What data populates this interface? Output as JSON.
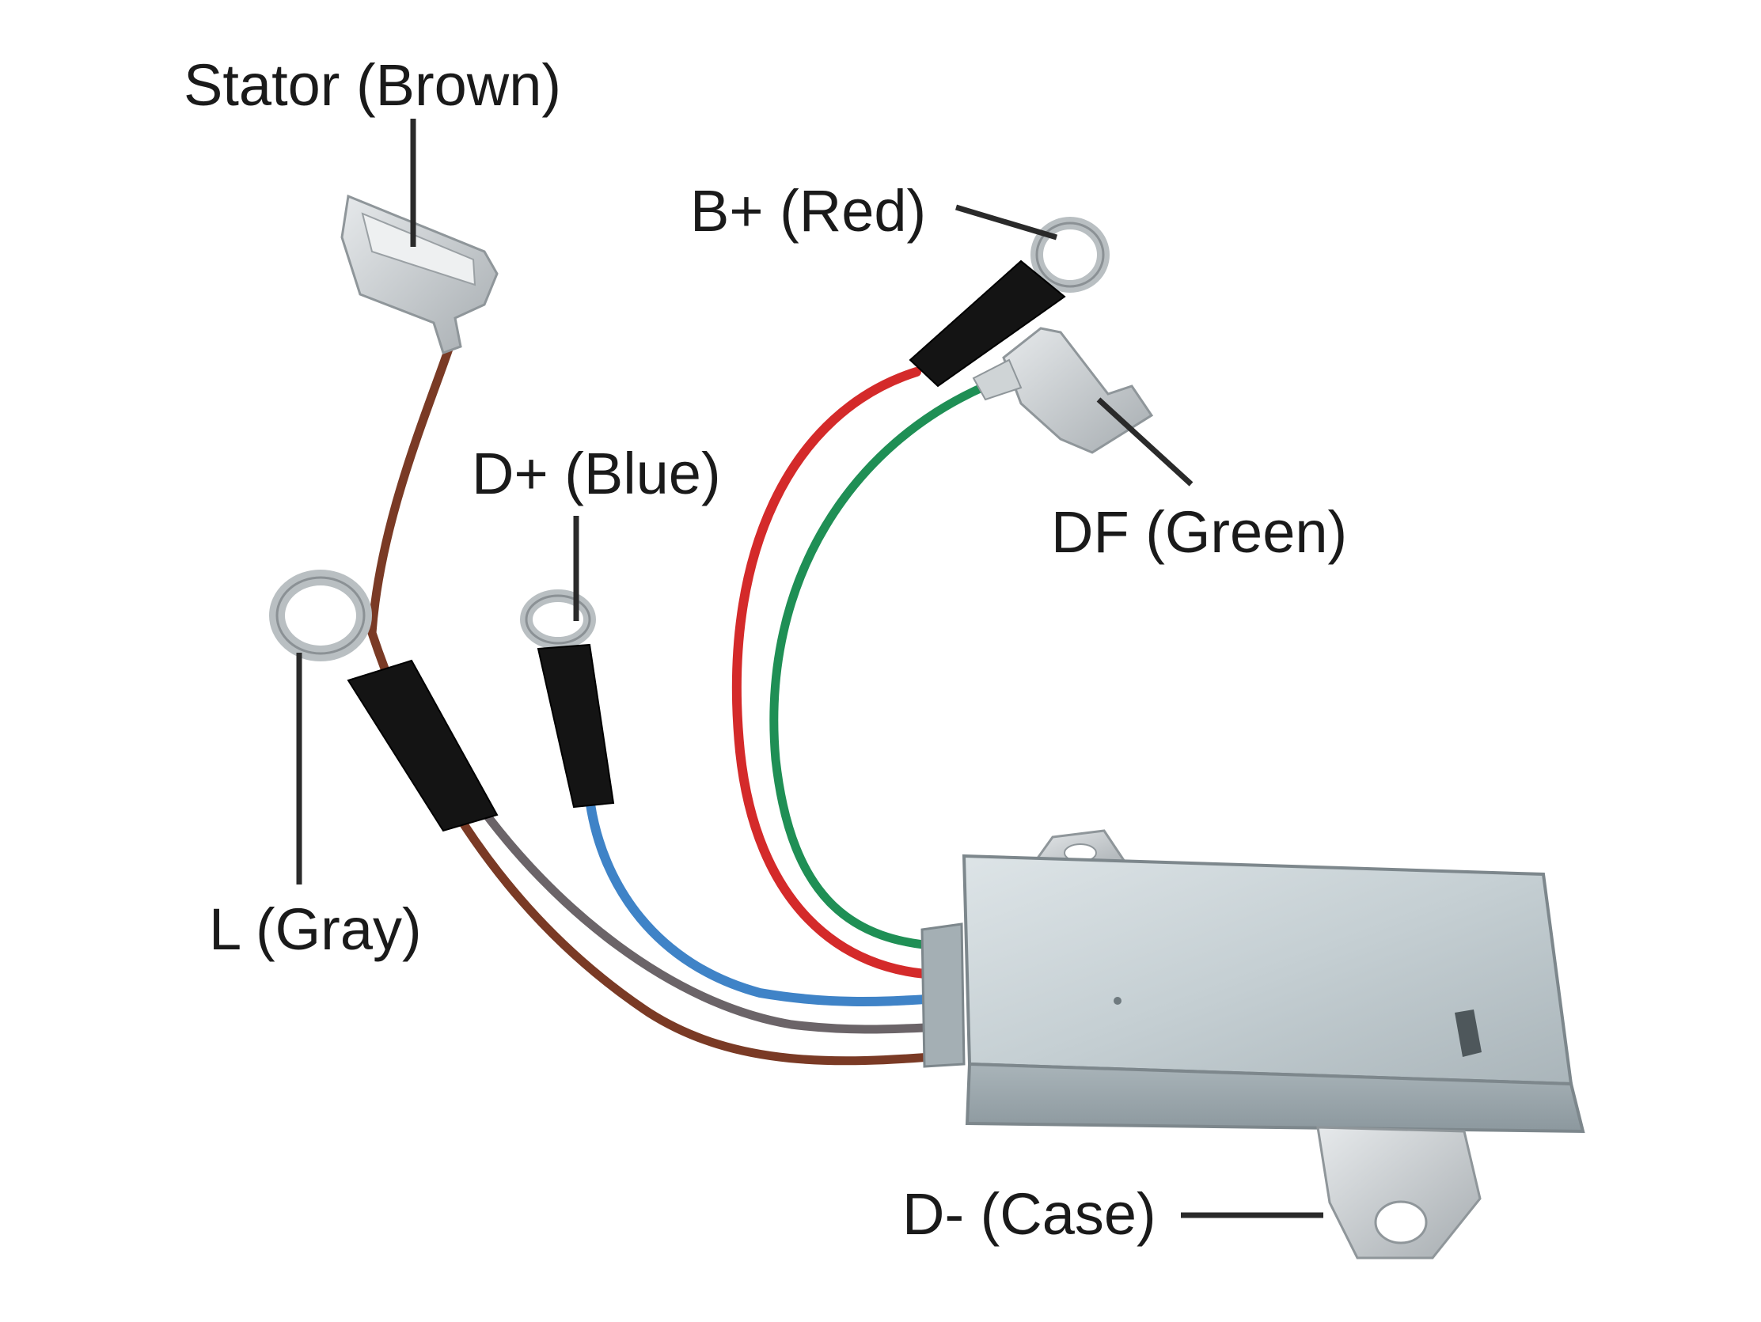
{
  "labels": {
    "stator": "Stator (Brown)",
    "b_plus": "B+ (Red)",
    "d_plus": "D+ (Blue)",
    "df": "DF (Green)",
    "l": "L (Gray)",
    "d_minus": "D- (Case)"
  },
  "wire_colors": {
    "brown": "#7a3a25",
    "gray": "#6b6468",
    "blue": "#3f83c7",
    "red": "#d42a2a",
    "green": "#1f8f55"
  },
  "part_colors": {
    "case": "#b8c3c8",
    "sleeve": "#141414",
    "terminal": "#c9cdd0"
  }
}
